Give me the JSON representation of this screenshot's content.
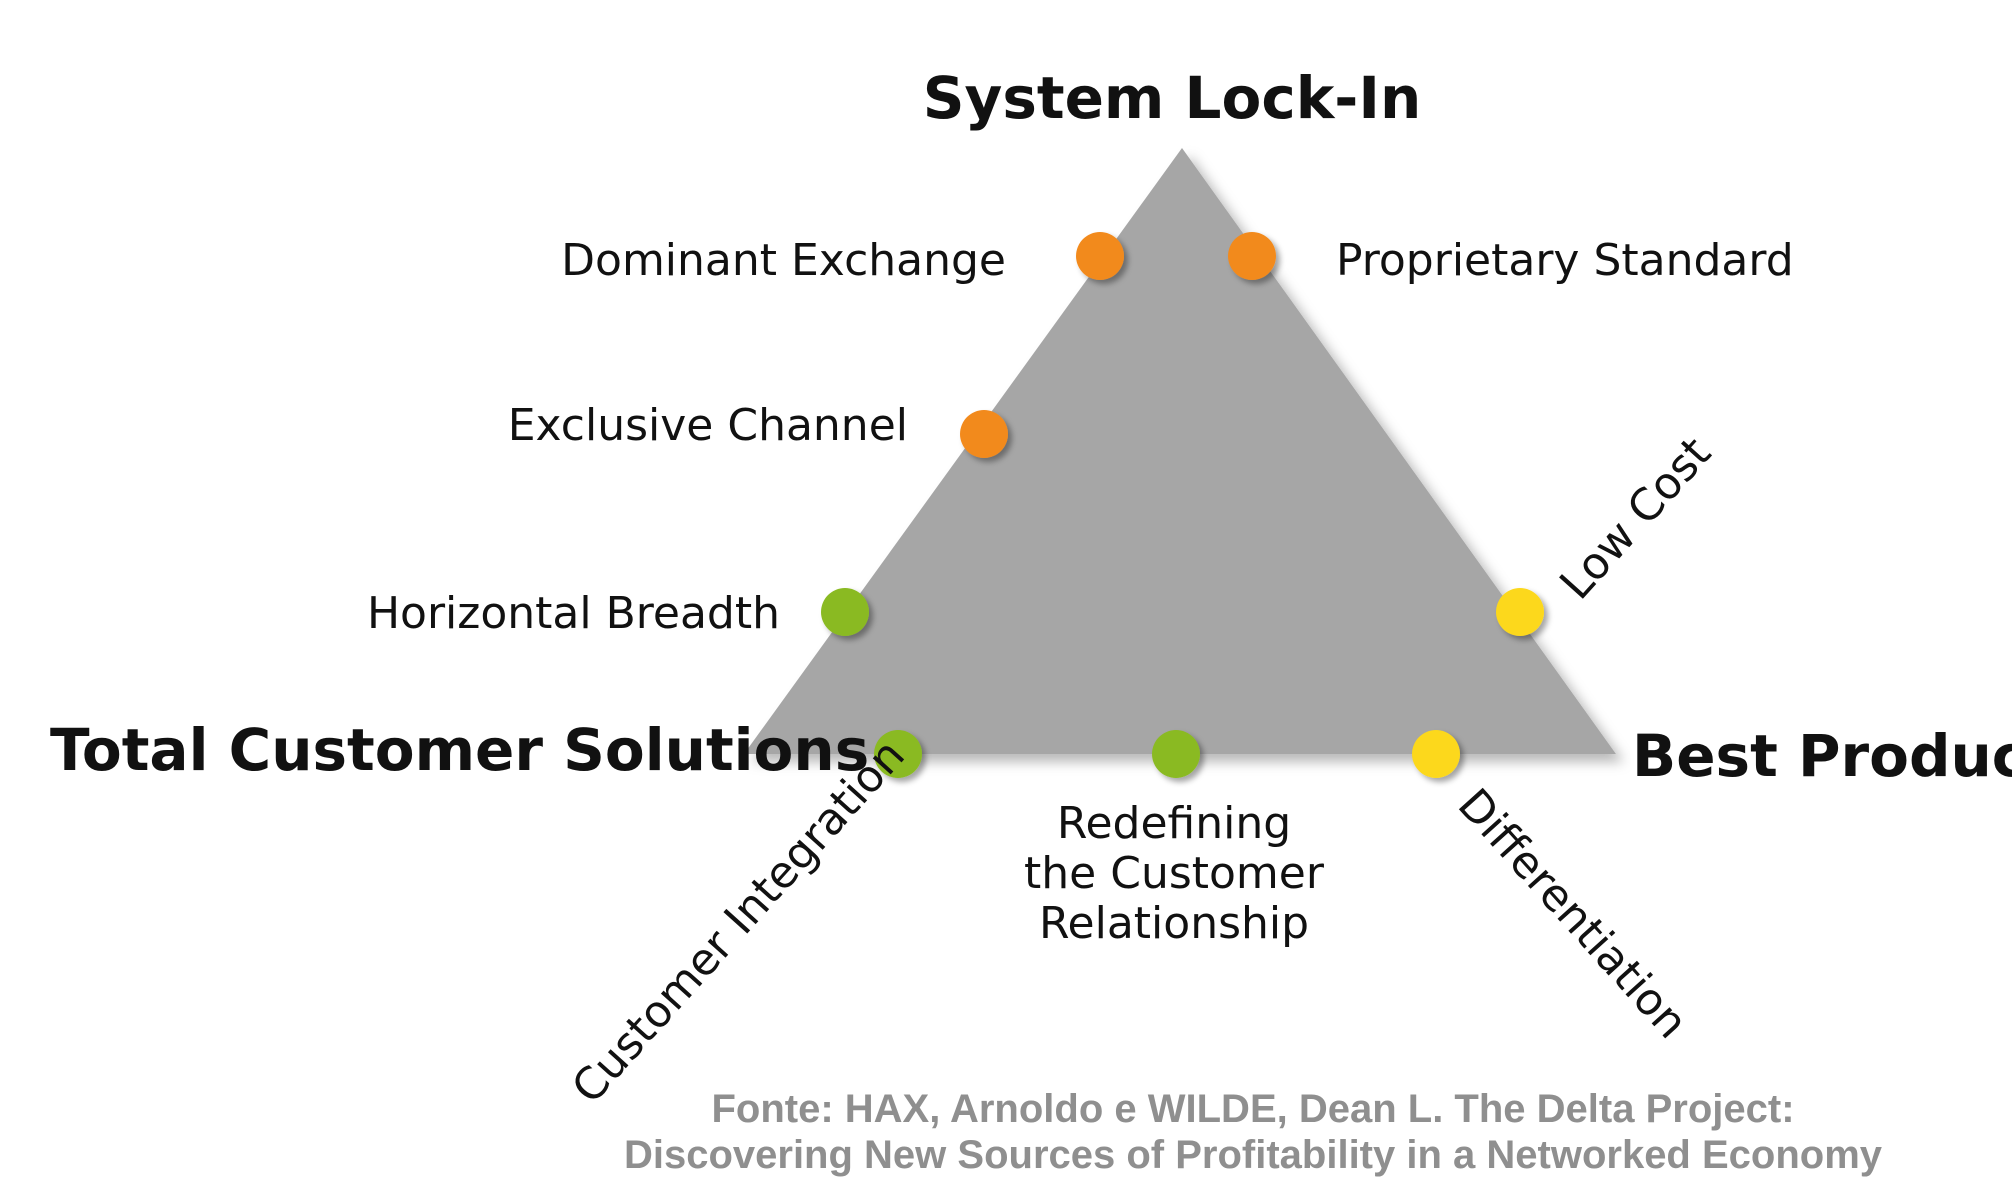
{
  "vertices": {
    "top": "System Lock-In",
    "left": "Total Customer Solutions",
    "right": "Best Product"
  },
  "strategies": [
    {
      "id": "dominant-exchange",
      "lines": [
        "Dominant Exchange"
      ],
      "group": "system_lock_in"
    },
    {
      "id": "proprietary-standard",
      "lines": [
        "Proprietary Standard"
      ],
      "group": "system_lock_in"
    },
    {
      "id": "exclusive-channel",
      "lines": [
        "Exclusive Channel"
      ],
      "group": "system_lock_in"
    },
    {
      "id": "horizontal-breadth",
      "lines": [
        "Horizontal Breadth"
      ],
      "group": "total_customer_solutions"
    },
    {
      "id": "low-cost",
      "lines": [
        "Low Cost"
      ],
      "group": "best_product"
    },
    {
      "id": "customer-integration",
      "lines": [
        "Customer Integration"
      ],
      "group": "total_customer_solutions"
    },
    {
      "id": "redefining-relationship",
      "lines": [
        "Redefining",
        "the Customer",
        "Relationship"
      ],
      "group": "total_customer_solutions"
    },
    {
      "id": "differentiation",
      "lines": [
        "Differentiation"
      ],
      "group": "best_product"
    }
  ],
  "colors": {
    "triangle": "#a6a6a6",
    "system_lock_in": "#f28a1e",
    "total_customer_solutions": "#8aba21",
    "best_product": "#fcd81c",
    "source_text": "#8f8f8f"
  },
  "source": [
    "Fonte: HAX, Arnoldo e WILDE, Dean L. The Delta Project:",
    "Discovering New Sources of Profitability in a Networked Economy"
  ]
}
